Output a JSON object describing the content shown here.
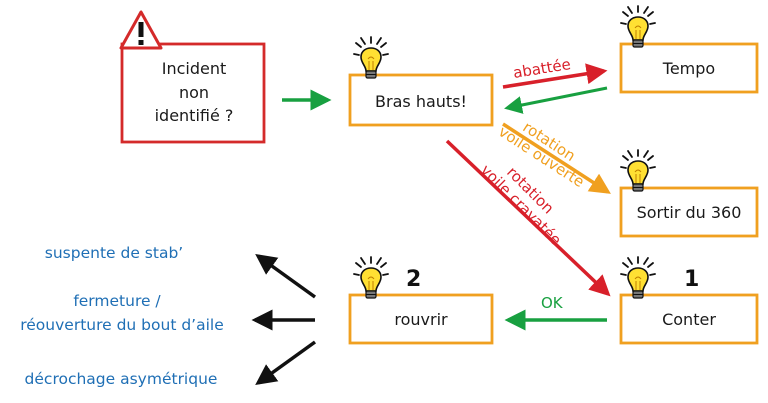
{
  "nodes": {
    "incident": [
      "Incident",
      "non",
      "identifié ?"
    ],
    "bras_hauts": "Bras hauts!",
    "tempo": "Tempo",
    "sortir": "Sortir du 360",
    "conter": "Conter",
    "rouvrir": "rouvrir"
  },
  "badges": {
    "conter": "1",
    "rouvrir": "2"
  },
  "edges": {
    "abattee": "abattée",
    "rotation_ouverte": [
      "rotation",
      "voile ouverte"
    ],
    "rotation_cravatee": [
      "rotation",
      "voile cravatée"
    ],
    "ok": "OK"
  },
  "causes": [
    "suspente de stab’",
    "fermeture /",
    "réouverture du bout d’aile",
    "décrochage asymétrique"
  ],
  "colors": {
    "box_orange": "#f0a020",
    "incident_red": "#d42a2a",
    "arrow_green": "#18a040",
    "arrow_red": "#d8202a",
    "arrow_orange": "#f0a020",
    "text_blue": "#1f6fb5",
    "bulb_yellow": "#ffe033"
  },
  "icons": [
    "warning-icon",
    "lightbulb-icon"
  ]
}
